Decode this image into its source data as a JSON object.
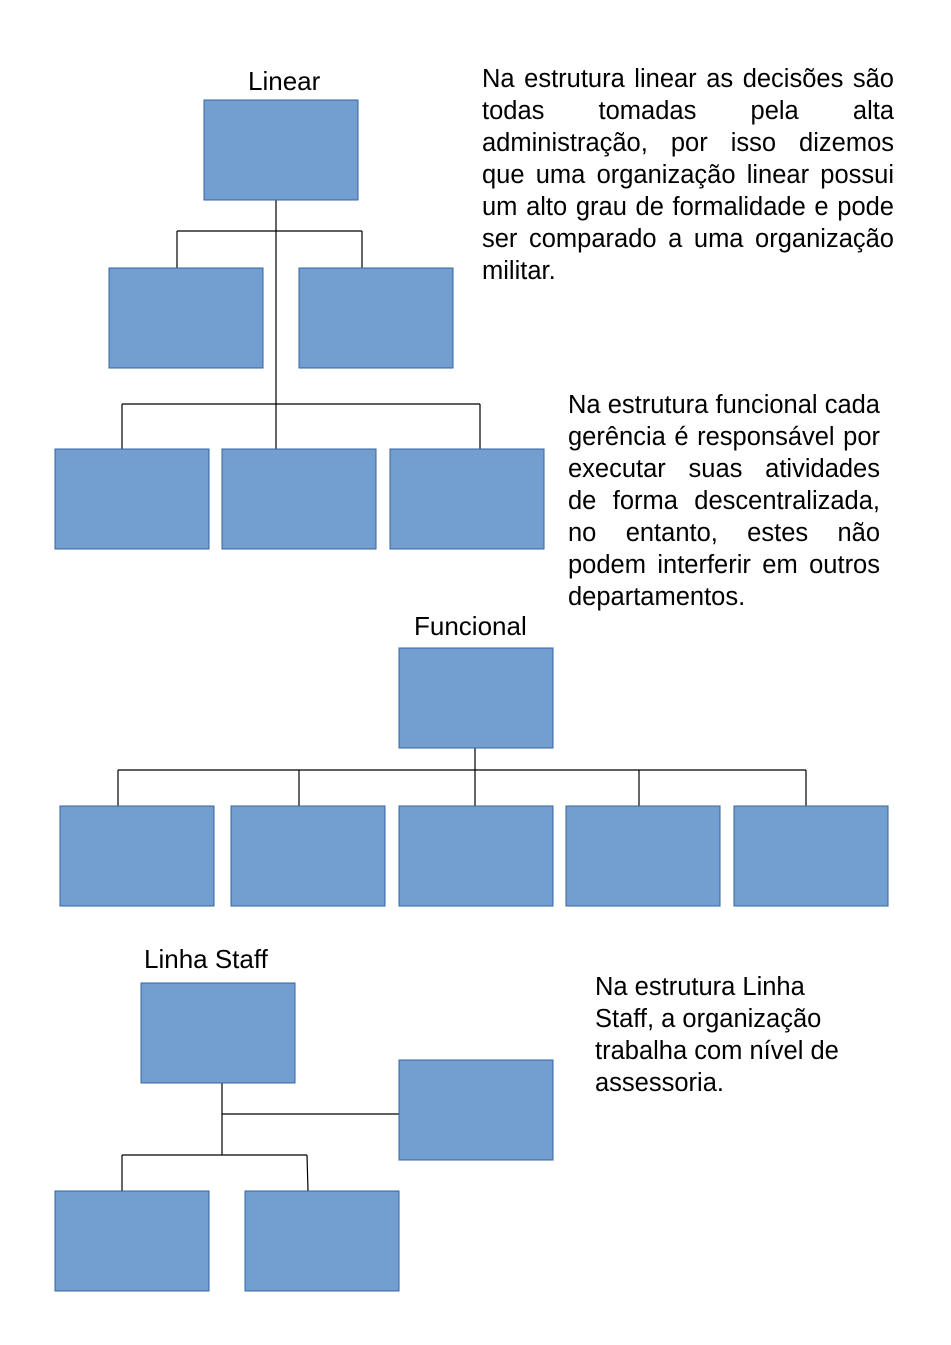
{
  "linear": {
    "title": "Linear",
    "text": "Na estrutura linear as decisões são todas tomadas pela alta administração, por isso dizemos que uma organização linear possui um alto grau de formalidade e pode ser comparado a uma organização militar."
  },
  "funcional": {
    "title": "Funcional",
    "text": "Na estrutura funcional cada gerência é responsável por executar suas atividades de forma descentralizada, no entanto, estes não podem interferir em outros departamentos."
  },
  "linha_staff": {
    "title": "Linha Staff",
    "text": "Na estrutura Linha Staff, a organização trabalha com nível de assessoria."
  },
  "colors": {
    "box_fill": "#729fcf",
    "box_stroke": "#3465a4",
    "line": "#000000"
  }
}
